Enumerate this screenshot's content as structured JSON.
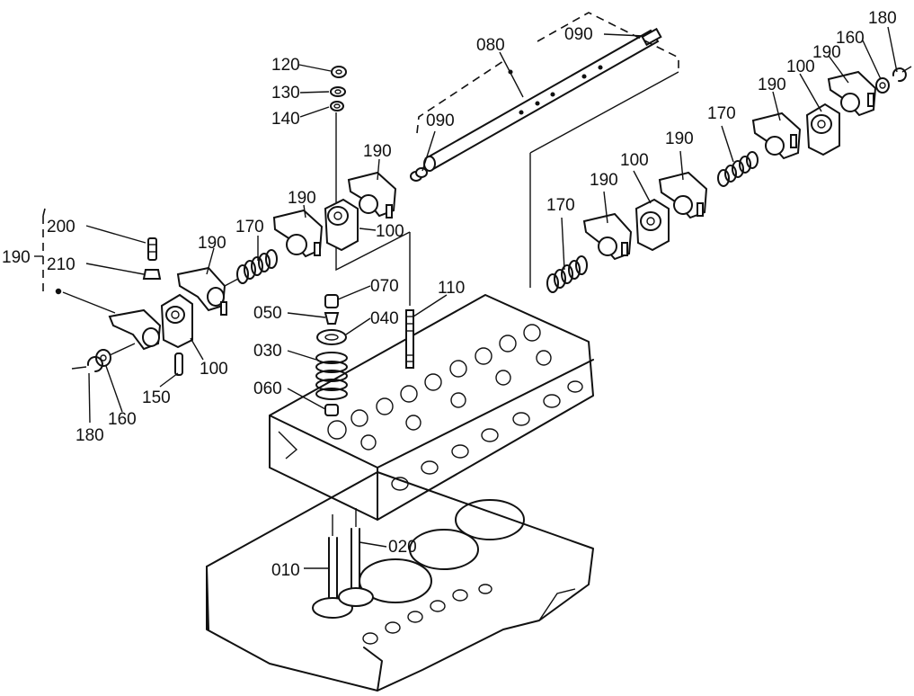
{
  "labels": {
    "l120": "120",
    "l130": "130",
    "l140": "140",
    "l080": "080",
    "l090a": "090",
    "l090b": "090",
    "l180a": "180",
    "l160a": "160",
    "l190a": "190",
    "l100a": "100",
    "l190b": "190",
    "l170a": "170",
    "l190c": "190",
    "l100b": "100",
    "l190d": "190",
    "l170b": "170",
    "l190e": "190",
    "l190f": "190",
    "l100c": "100",
    "l170c": "170",
    "l190g": "190",
    "l200": "200",
    "l210": "210",
    "l190h": "190",
    "l070": "070",
    "l110": "110",
    "l050": "050",
    "l040": "040",
    "l030": "030",
    "l060": "060",
    "l100d": "100",
    "l150": "150",
    "l160b": "160",
    "l180b": "180",
    "l020": "020",
    "l010": "010"
  }
}
